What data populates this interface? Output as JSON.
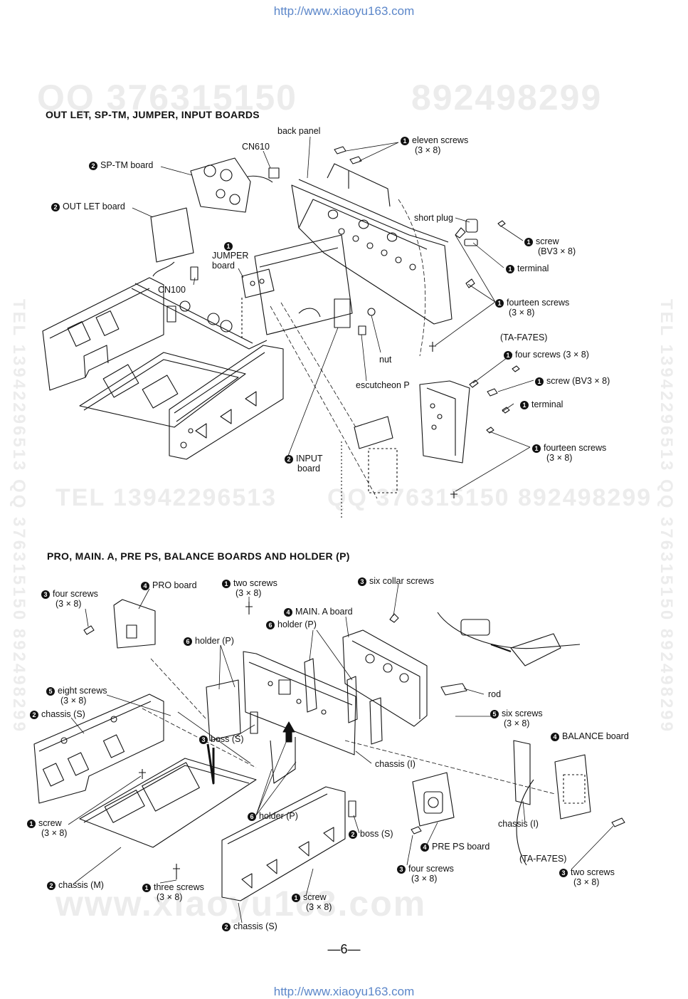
{
  "header_url": "http://www.xiaoyu163.com",
  "footer_url": "http://www.xiaoyu163.com",
  "page_number": "—6—",
  "watermarks": {
    "top_left": "QQ 376315150",
    "top_right": "892498299",
    "mid_left": "TEL 13942296513",
    "mid_right": "QQ 376315150 892498299",
    "bottom": "www.xiaoyu163.com",
    "side_left": "TEL 13942296513 QQ 376315150 892498299",
    "side_right": "TEL 13942296513 QQ 376315150 892498299"
  },
  "section1": {
    "title": "OUT LET, SP-TM, JUMPER, INPUT BOARDS",
    "labels": {
      "back_panel": "back panel",
      "cn610": "CN610",
      "eleven_screws": "eleven screws",
      "eleven_screws_size": "(3 × 8)",
      "sp_tm_board": "SP-TM board",
      "out_let_board": "OUT LET board",
      "short_plug": "short plug",
      "screw_bv3": "screw",
      "screw_bv3_size": "(BV3 × 8)",
      "jumper": "JUMPER",
      "jumper_board": "board",
      "terminal": "terminal",
      "cn100": "CN100",
      "fourteen_screws": "fourteen screws",
      "fourteen_screws_size": "(3 × 8)",
      "ta_fa7es": "(TA-FA7ES)",
      "four_screws": "four screws (3 × 8)",
      "nut": "nut",
      "screw_bv3_b": "screw (BV3 × 8)",
      "escutcheon": "escutcheon P",
      "terminal_b": "terminal",
      "fourteen_screws_b": "fourteen screws",
      "fourteen_screws_b_size": "(3 × 8)",
      "input": "INPUT",
      "input_board": "board"
    }
  },
  "section2": {
    "title": "PRO, MAIN. A, PRE PS, BALANCE BOARDS AND HOLDER (P)",
    "labels": {
      "pro_board": "PRO board",
      "two_screws": "two screws",
      "two_screws_size": "(3 × 8)",
      "six_collar_screws": "six collar screws",
      "four_screws": "four screws",
      "four_screws_size": "(3 × 8)",
      "main_a_board": "MAIN. A board",
      "holder_p_a": "holder (P)",
      "holder_p_b": "holder (P)",
      "eight_screws": "eight screws",
      "eight_screws_size": "(3 × 8)",
      "rod": "rod",
      "chassis_s_a": "chassis (S)",
      "six_screws": "six screws",
      "six_screws_size": "(3 × 8)",
      "balance_board": "BALANCE board",
      "boss_s_a": "boss (S)",
      "chassis_i_a": "chassis (I)",
      "holder_p_c": "holder (P)",
      "chassis_i_b": "chassis (I)",
      "screw": "screw",
      "screw_size": "(3 × 8)",
      "boss_s_b": "boss (S)",
      "pre_ps_board": "PRE PS board",
      "ta_fa7es": "(TA-FA7ES)",
      "four_screws_b": "four screws",
      "four_screws_b_size": "(3 × 8)",
      "two_screws_b": "two screws",
      "two_screws_b_size": "(3 × 8)",
      "chassis_m": "chassis (M)",
      "three_screws": "three screws",
      "three_screws_size": "(3 × 8)",
      "screw_b": "screw",
      "screw_b_size": "(3 × 8)",
      "chassis_s_b": "chassis (S)"
    }
  },
  "step_markers": {
    "one": "1",
    "two": "2",
    "three": "3",
    "four": "4",
    "five": "5",
    "six": "6"
  }
}
